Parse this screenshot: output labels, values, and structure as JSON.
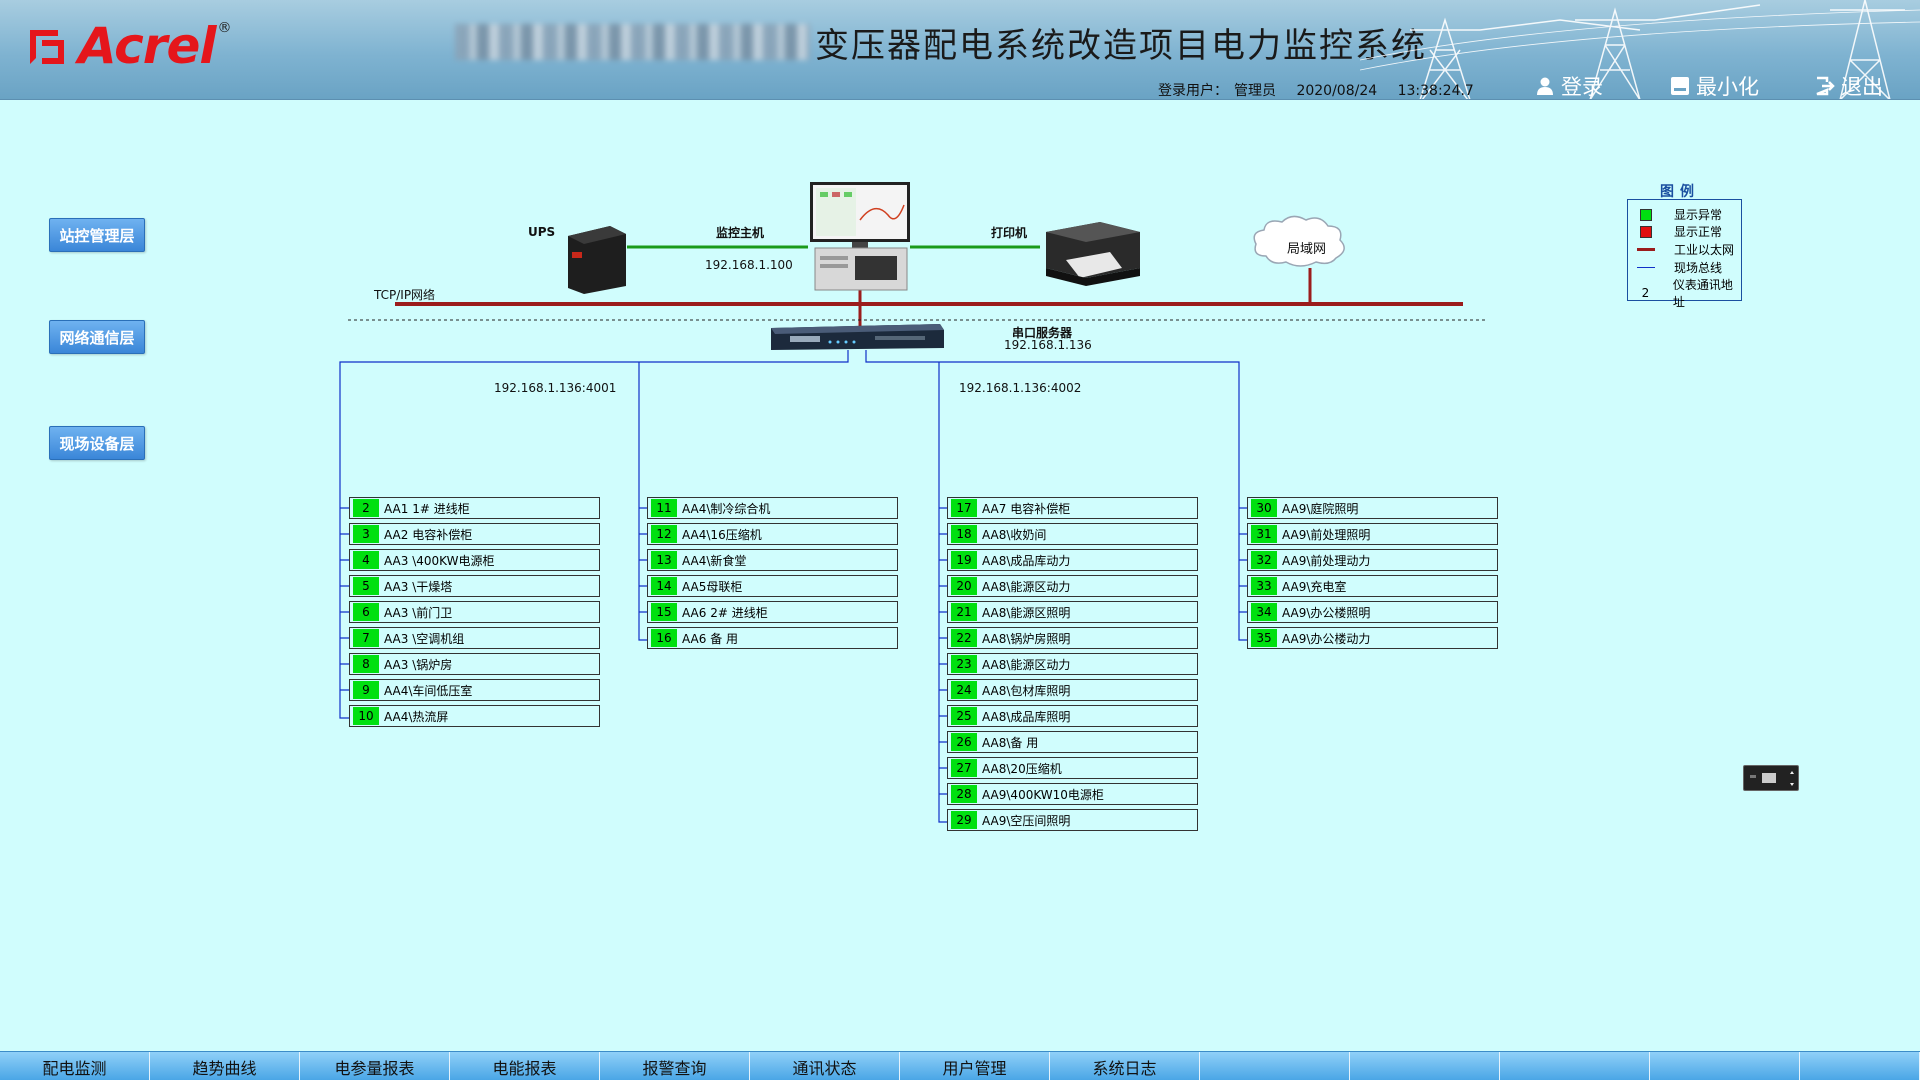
{
  "header": {
    "title": "变压器配电系统改造项目电力监控系统",
    "logo_text": "Acrel",
    "logo_reg": "®",
    "login_user_label": "登录用户：",
    "login_user": "管理员",
    "date": "2020/08/24",
    "time": "13:38:24.7",
    "login_btn": "登录",
    "minimize_btn": "最小化",
    "exit_btn": "退出"
  },
  "layers": [
    {
      "label": "站控管理层"
    },
    {
      "label": "网络通信层"
    },
    {
      "label": "现场设备层"
    }
  ],
  "topology": {
    "ups_label": "UPS",
    "host_label": "监控主机",
    "host_ip": "192.168.1.100",
    "printer_label": "打印机",
    "lan_label": "局域网",
    "tcpip_label": "TCP/IP网络",
    "serial_label": "串口服务器",
    "serial_ip": "192.168.1.136",
    "port1": "192.168.1.136:4001",
    "port2": "192.168.1.136:4002"
  },
  "buses": [
    {
      "devices": [
        {
          "num": "2",
          "name": "AA1 1# 进线柜"
        },
        {
          "num": "3",
          "name": "AA2 电容补偿柜"
        },
        {
          "num": "4",
          "name": "AA3 \\400KW电源柜"
        },
        {
          "num": "5",
          "name": "AA3 \\干燥塔"
        },
        {
          "num": "6",
          "name": "AA3 \\前门卫"
        },
        {
          "num": "7",
          "name": "AA3 \\空调机组"
        },
        {
          "num": "8",
          "name": "AA3 \\锅炉房"
        },
        {
          "num": "9",
          "name": "AA4\\车间低压室"
        },
        {
          "num": "10",
          "name": "AA4\\热流屏"
        }
      ]
    },
    {
      "devices": [
        {
          "num": "11",
          "name": "AA4\\制冷综合机"
        },
        {
          "num": "12",
          "name": "AA4\\16压缩机"
        },
        {
          "num": "13",
          "name": "AA4\\新食堂"
        },
        {
          "num": "14",
          "name": "AA5母联柜"
        },
        {
          "num": "15",
          "name": "AA6 2# 进线柜"
        },
        {
          "num": "16",
          "name": "AA6  备 用"
        }
      ]
    },
    {
      "devices": [
        {
          "num": "17",
          "name": "AA7 电容补偿柜"
        },
        {
          "num": "18",
          "name": "AA8\\收奶间"
        },
        {
          "num": "19",
          "name": "AA8\\成品库动力"
        },
        {
          "num": "20",
          "name": "AA8\\能源区动力"
        },
        {
          "num": "21",
          "name": "AA8\\能源区照明"
        },
        {
          "num": "22",
          "name": "AA8\\锅炉房照明"
        },
        {
          "num": "23",
          "name": "AA8\\能源区动力"
        },
        {
          "num": "24",
          "name": "AA8\\包材库照明"
        },
        {
          "num": "25",
          "name": "AA8\\成品库照明"
        },
        {
          "num": "26",
          "name": "AA8\\备 用"
        },
        {
          "num": "27",
          "name": "AA8\\20压缩机"
        },
        {
          "num": "28",
          "name": "AA9\\400KW10电源柜"
        },
        {
          "num": "29",
          "name": "AA9\\空压间照明"
        }
      ]
    },
    {
      "devices": [
        {
          "num": "30",
          "name": "AA9\\庭院照明"
        },
        {
          "num": "31",
          "name": "AA9\\前处理照明"
        },
        {
          "num": "32",
          "name": "AA9\\前处理动力"
        },
        {
          "num": "33",
          "name": "AA9\\充电室"
        },
        {
          "num": "34",
          "name": "AA9\\办公楼照明"
        },
        {
          "num": "35",
          "name": "AA9\\办公楼动力"
        }
      ]
    }
  ],
  "legend": {
    "title": "图例",
    "items": [
      {
        "symbol": "green-square",
        "label": "显示异常"
      },
      {
        "symbol": "red-square",
        "label": "显示正常"
      },
      {
        "symbol": "dark-red-line",
        "label": "工业以太网"
      },
      {
        "symbol": "blue-line",
        "label": "现场总线"
      },
      {
        "symbol": "text-2",
        "symbol_text": "2",
        "label": "仪表通讯地址"
      }
    ]
  },
  "colors": {
    "background": "#d0fdfd",
    "ethernet": "#9b1c1c",
    "fieldbus": "#1030c8",
    "status_green": "#00e010",
    "status_red": "#e01010",
    "accent_blue": "#3a86d8"
  },
  "nav": {
    "tabs": [
      {
        "label": "配电监测"
      },
      {
        "label": "趋势曲线"
      },
      {
        "label": "电参量报表"
      },
      {
        "label": "电能报表"
      },
      {
        "label": "报警查询"
      },
      {
        "label": "通讯状态"
      },
      {
        "label": "用户管理"
      },
      {
        "label": "系统日志"
      },
      {
        "label": ""
      },
      {
        "label": ""
      },
      {
        "label": ""
      },
      {
        "label": ""
      },
      {
        "label": ""
      }
    ]
  }
}
